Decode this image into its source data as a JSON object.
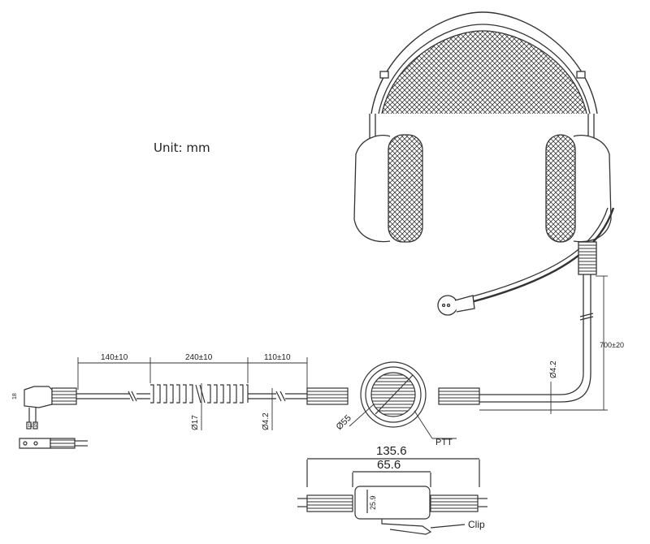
{
  "unit_label": "Unit: mm",
  "dimensions": {
    "len1": "140±10",
    "len2": "240±10",
    "len3": "110±10",
    "cable_len": "700±20",
    "d17": "Ø17",
    "d42a": "Ø4.2",
    "d42b": "Ø4.2",
    "d55": "Ø55",
    "w1356": "135.6",
    "w656": "65.6",
    "h259": "25.9",
    "plug_h": "18",
    "plug_w": "11.5"
  },
  "callouts": {
    "ptt": "PTT",
    "clip": "Clip"
  },
  "colors": {
    "line": "#333333",
    "text": "#222222"
  }
}
